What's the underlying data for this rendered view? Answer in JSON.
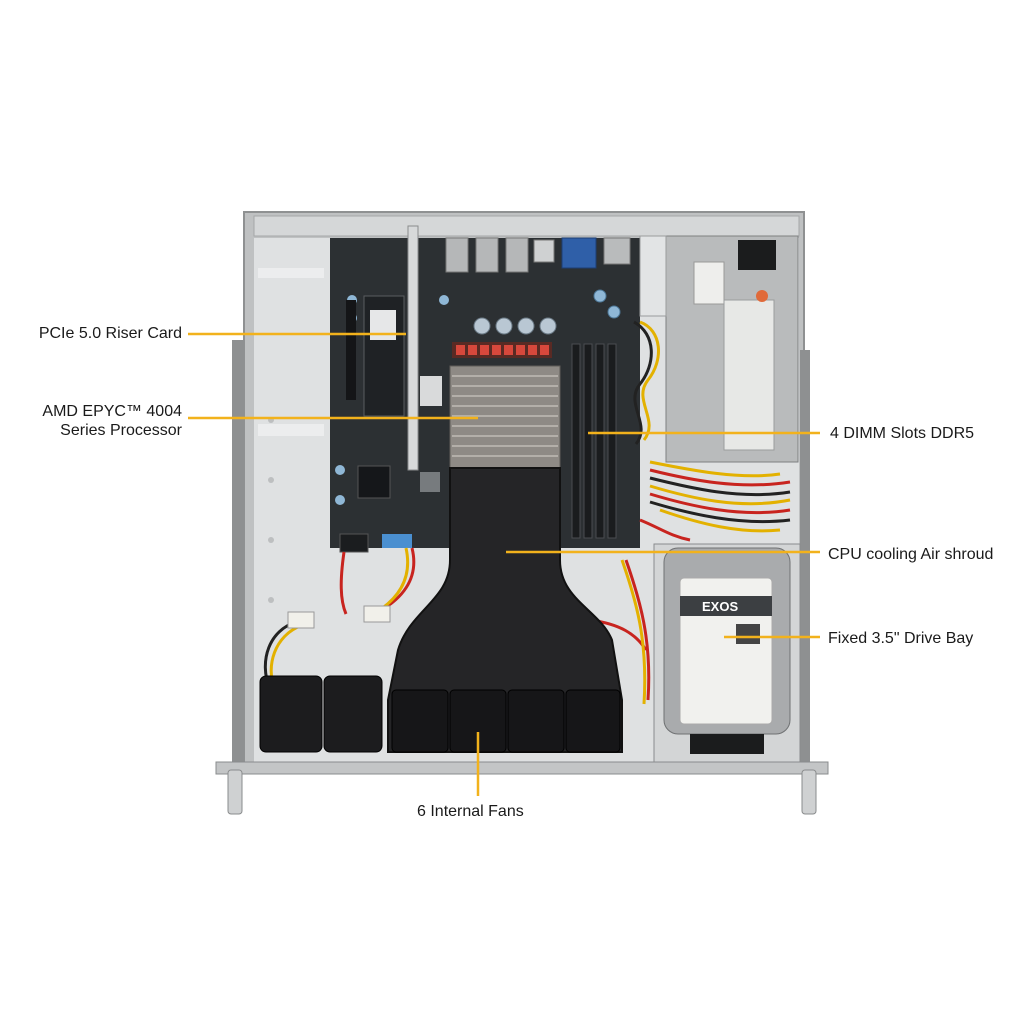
{
  "callouts": {
    "riser": {
      "text": "PCIe 5.0 Riser Card"
    },
    "cpu": {
      "line1": "AMD EPYC™ 4004",
      "line2": "Series Processor"
    },
    "dimm": {
      "text": "4 DIMM  Slots DDR5"
    },
    "shroud": {
      "text": "CPU cooling Air shroud"
    },
    "drive": {
      "text": "Fixed 3.5\" Drive Bay"
    },
    "fans": {
      "text": "6 Internal  Fans"
    }
  },
  "drive_label": {
    "brand": "EXOS"
  },
  "colors": {
    "leader": "#f2b21c",
    "chassis": "#c9cbcc",
    "chassis_floor": "#dfe1e2",
    "board": "#2c3033",
    "shroud": "#252527",
    "heatsink": "#8e8a85",
    "psu": "#b9bbbc",
    "drive": "#a9abad",
    "drive_label": "#f1f1ee"
  }
}
